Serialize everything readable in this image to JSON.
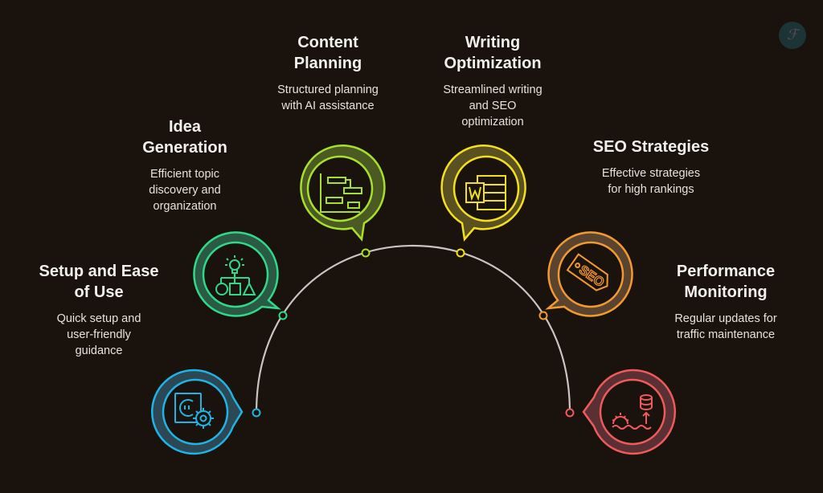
{
  "diagram": {
    "type": "semicircle-process",
    "stages": [
      {
        "id": "setup",
        "title": "Setup and Ease of Use",
        "title_lines": [
          "Setup and Ease",
          "of Use"
        ],
        "description_lines": [
          "Quick setup and",
          "user-friendly",
          "guidance"
        ],
        "icon": "plug-gear-icon",
        "color": "#1fb4e6"
      },
      {
        "id": "idea",
        "title": "Idea Generation",
        "title_lines": [
          "Idea",
          "Generation"
        ],
        "description_lines": [
          "Efficient topic",
          "discovery and",
          "organization"
        ],
        "icon": "lightbulb-shapes-icon",
        "color": "#2fd88a"
      },
      {
        "id": "content",
        "title": "Content Planning",
        "title_lines": [
          "Content",
          "Planning"
        ],
        "description_lines": [
          "Structured planning",
          "with AI assistance"
        ],
        "icon": "gantt-chart-icon",
        "color": "#a6e02a"
      },
      {
        "id": "writing",
        "title": "Writing Optimization",
        "title_lines": [
          "Writing",
          "Optimization"
        ],
        "description_lines": [
          "Streamlined writing",
          "and SEO",
          "optimization"
        ],
        "icon": "word-document-icon",
        "color": "#f2e01a"
      },
      {
        "id": "seo",
        "title": "SEO Strategies",
        "title_lines": [
          "SEO Strategies"
        ],
        "description_lines": [
          "Effective strategies",
          "for high rankings"
        ],
        "icon": "seo-tag-icon",
        "color": "#f39a2e"
      },
      {
        "id": "performance",
        "title": "Performance Monitoring",
        "title_lines": [
          "Performance",
          "Monitoring"
        ],
        "description_lines": [
          "Regular updates for",
          "traffic maintenance"
        ],
        "icon": "database-gear-waves-icon",
        "color": "#ef5a5a"
      }
    ],
    "arc_color": "#c9c6c2",
    "background": "#1a120c"
  },
  "logo": {
    "glyph": "ℱ"
  }
}
